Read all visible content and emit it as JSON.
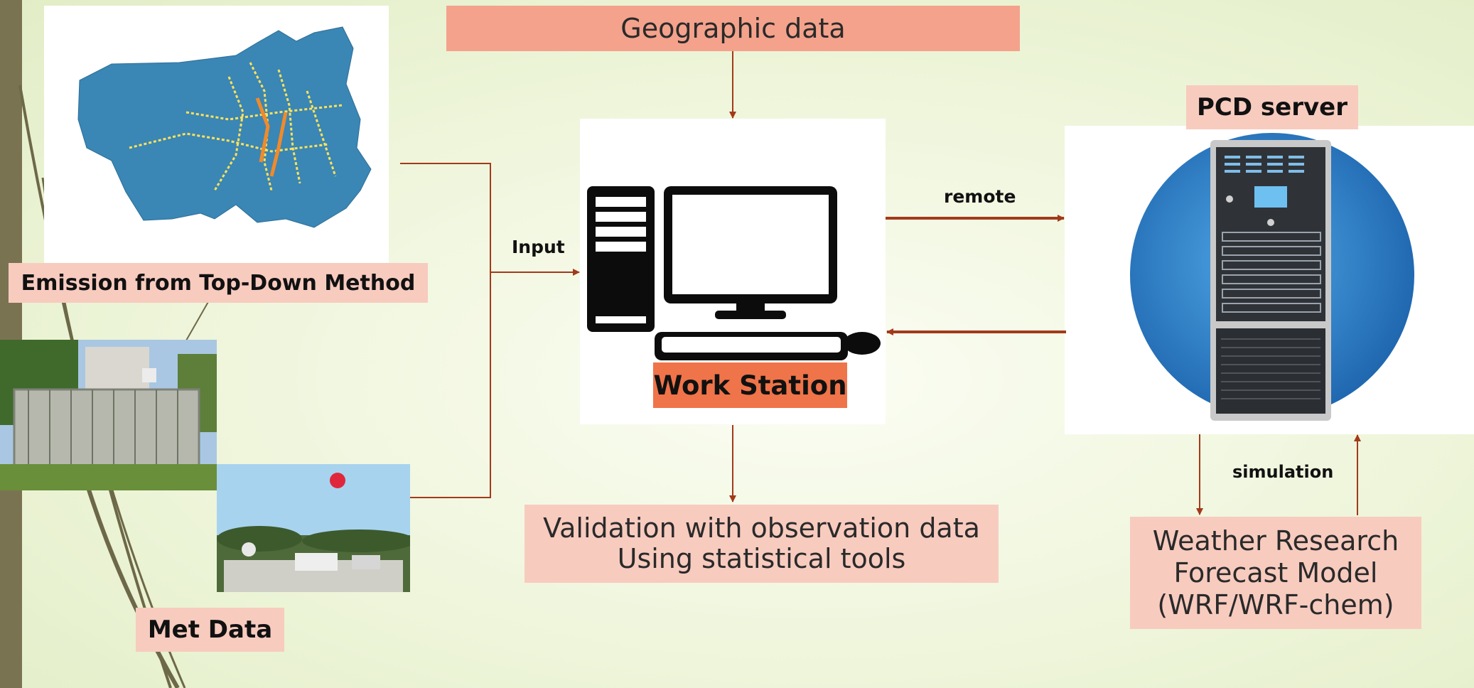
{
  "geographic_label": "Geographic data",
  "emission_label": "Emission from Top-Down Method",
  "met_label": "Met Data",
  "input_label": "Input",
  "workstation_label": "Work Station",
  "remote_label": "remote",
  "server_label": "PCD server",
  "validation_line1": "Validation with observation data",
  "validation_line2": "Using statistical tools",
  "simulation_label": "simulation",
  "wrf_line1": "Weather Research",
  "wrf_line2": "Forecast Model",
  "wrf_line3": "(WRF/WRF-chem)",
  "colors": {
    "arrow": "#a23a1a",
    "salmon": "#f4a28c",
    "pink": "#f8cbbf",
    "orange": "#ef7449",
    "map_blue": "#3a86b5",
    "server_blue": "#2a78c4"
  },
  "icons": [
    "map-image",
    "weather-station-photo",
    "balloon-photo",
    "computer-icon",
    "server-icon"
  ]
}
